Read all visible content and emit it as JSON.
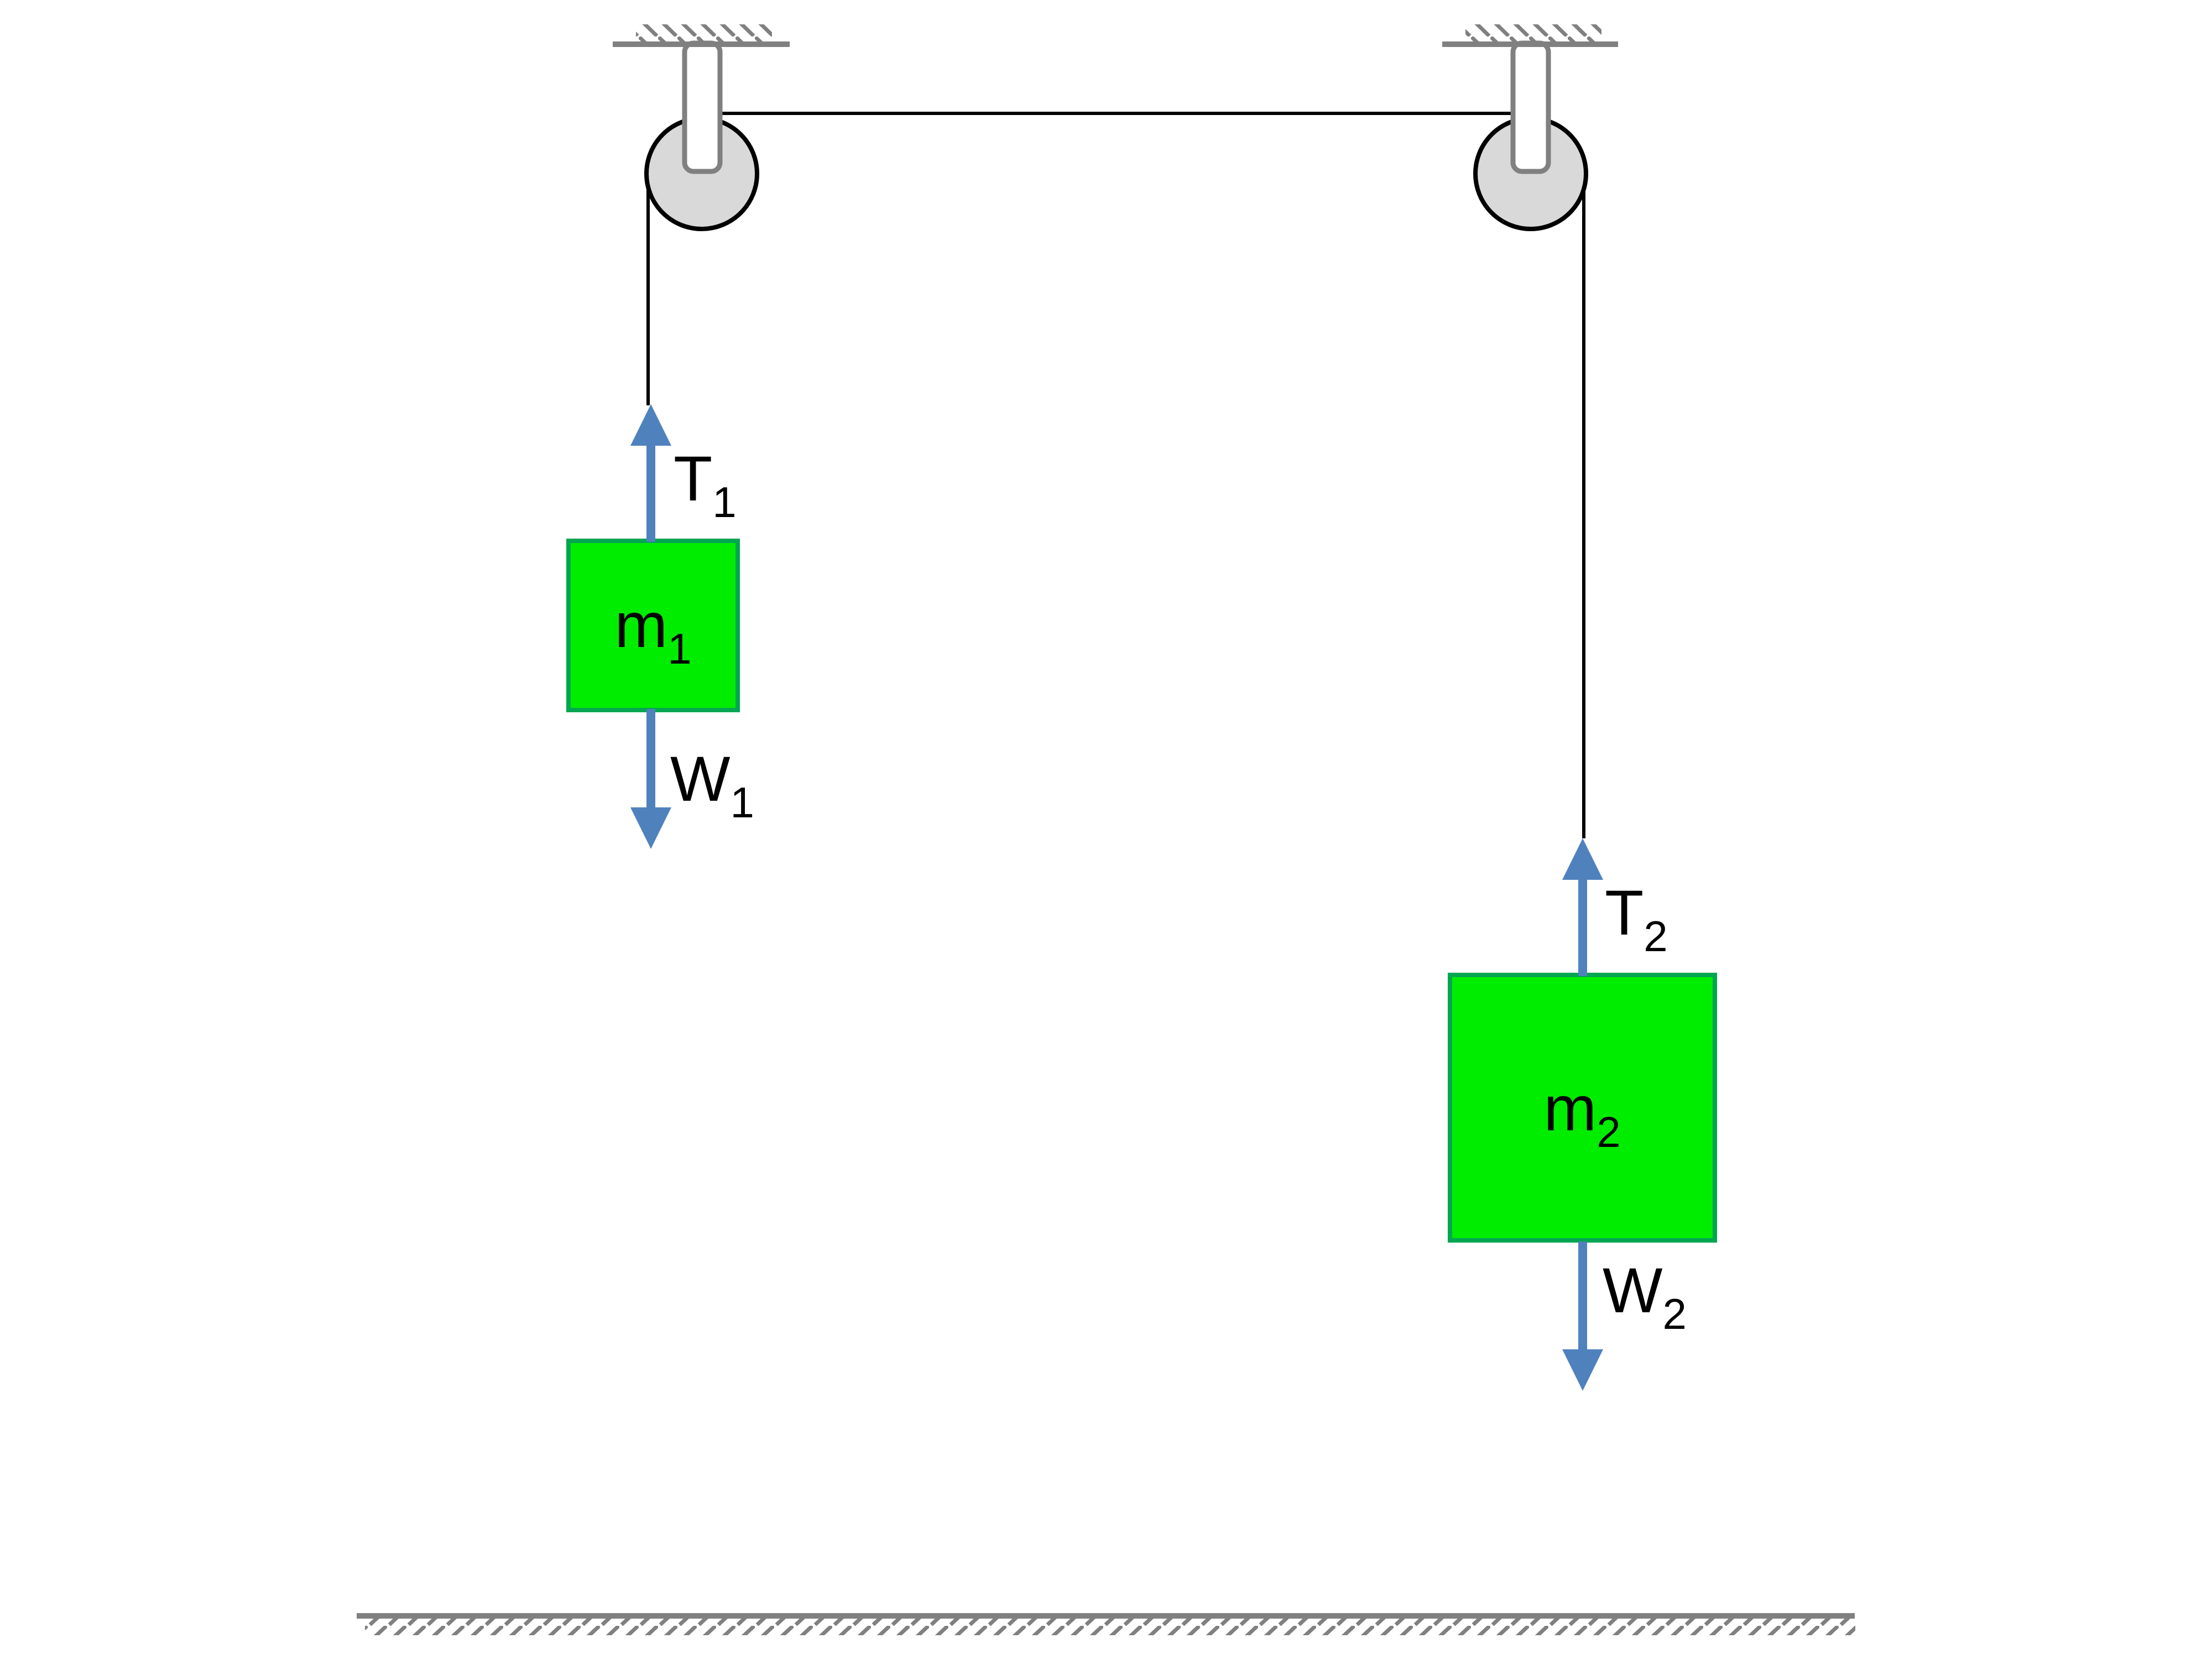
{
  "diagram": {
    "labels": {
      "t1": {
        "base": "T",
        "sub": "1"
      },
      "w1": {
        "base": "W",
        "sub": "1"
      },
      "m1": {
        "base": "m",
        "sub": "1"
      },
      "t2": {
        "base": "T",
        "sub": "2"
      },
      "w2": {
        "base": "W",
        "sub": "2"
      },
      "m2": {
        "base": "m",
        "sub": "2"
      }
    },
    "colors": {
      "block_fill": "#00ED00",
      "block_border": "#00A650",
      "arrow": "#4F81BD",
      "support": "#808080",
      "pulley_fill": "#D9D9D9",
      "pulley_stroke": "#000000",
      "rope": "#000000",
      "text": "#000000",
      "background": "#FFFFFF"
    }
  }
}
